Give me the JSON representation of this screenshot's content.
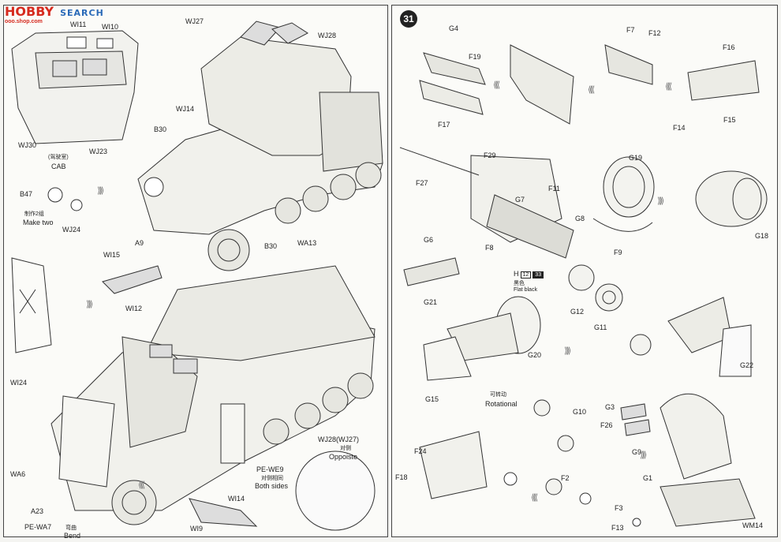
{
  "watermark": {
    "brand": "HOBBY",
    "search": "SEARCH",
    "site": "ooo.shop.com"
  },
  "step_number": "31",
  "left": {
    "labels": [
      "WI11",
      "WI10",
      "WJ27",
      "WJ28",
      "WJ30",
      "WJ23",
      "WJ14",
      "B30",
      "B47",
      "WJ24",
      "A9",
      "B30",
      "WA13",
      "WI15",
      "WI12",
      "WI24",
      "WJ28(WJ27)",
      "Oppoiste",
      "PE-WE9",
      "Both sides",
      "WA6",
      "WI14",
      "A23",
      "PE-WA7",
      "WI9",
      "Bend"
    ],
    "cab_cn": "(驾驶室)",
    "cab": "CAB",
    "make_two_cn": "制作2组",
    "make_two": "Make two",
    "opposite_cn": "对侧",
    "both_sides_cn": "对侧相同",
    "bend_cn": "弯曲"
  },
  "right": {
    "labels": [
      "G4",
      "F19",
      "F7",
      "F12",
      "F16",
      "F17",
      "F14",
      "F15",
      "F29",
      "G19",
      "F27",
      "F11",
      "G7",
      "G8",
      "G6",
      "F8",
      "F9",
      "G18",
      "G21",
      "G12",
      "G11",
      "G20",
      "G22",
      "G15",
      "G10",
      "G3",
      "F26",
      "F24",
      "G9",
      "F18",
      "G1",
      "F2",
      "F3",
      "F13",
      "WM14"
    ],
    "rotational_cn": "可转动",
    "rotational": "Rotational",
    "paint": {
      "part": "H",
      "code1": "12",
      "code2": "33",
      "color_cn": "黑色",
      "color": "Flat black"
    }
  }
}
